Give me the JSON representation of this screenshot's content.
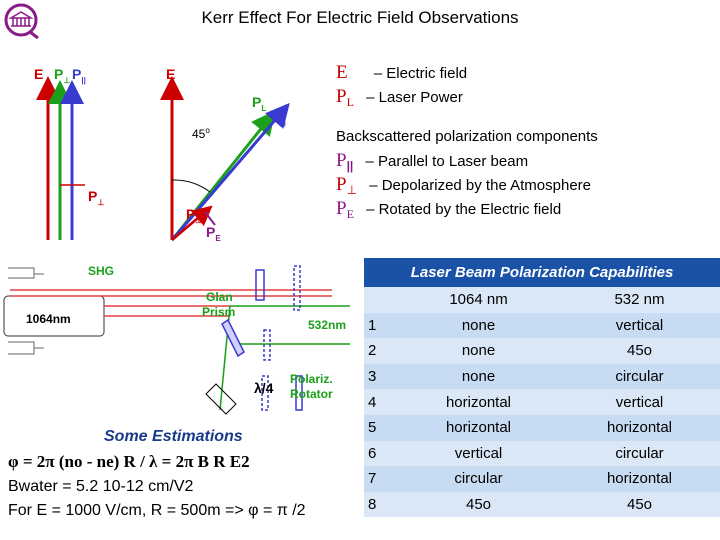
{
  "title": "Kerr Effect For Electric Field Observations",
  "diagram_labels": {
    "left": {
      "E": "E",
      "P_perp": "P",
      "P_perp_sub": "⊥",
      "P_par": "P",
      "P_par_sub": "||",
      "P_bottom": "P",
      "P_bottom_sub": "⊥"
    },
    "right": {
      "E": "E",
      "PL": "P",
      "PL_sub": "L",
      "P_par": "P",
      "P_par_sub": "||",
      "angle": "45",
      "angle_unit": "o",
      "P_perp": "P",
      "P_perp_sub": "⊥",
      "PE": "P",
      "PE_sub": "E"
    }
  },
  "legend": [
    {
      "symbol": "E",
      "sub": "",
      "text": "– Electric field"
    },
    {
      "symbol": "P",
      "sub": "L",
      "text": "– Laser Power"
    }
  ],
  "backscatter": {
    "heading": "Backscattered polarization components",
    "items": [
      {
        "symbol": "P",
        "sub": "||",
        "text": "– Parallel to Laser beam"
      },
      {
        "symbol": "P",
        "sub": "⊥",
        "text": "– Depolarized by the Atmosphere"
      },
      {
        "symbol": "P",
        "sub": "E",
        "text": "– Rotated by the Electric field"
      }
    ]
  },
  "optics": {
    "shg": "SHG",
    "laser": "1064nm",
    "glan1": "Glan",
    "glan2": "Prism",
    "green": "532nm",
    "waveplate": "λ/4",
    "rot1": "Polariz.",
    "rot2": "Rotator"
  },
  "table": {
    "title": "Laser Beam Polarization Capabilities",
    "columns": [
      "1064 nm",
      "532 nm"
    ],
    "rows": [
      {
        "n": "1",
        "a": "none",
        "b": "vertical"
      },
      {
        "n": "2",
        "a": "none",
        "b": "45o"
      },
      {
        "n": "3",
        "a": "none",
        "b": "circular"
      },
      {
        "n": "4",
        "a": "horizontal",
        "b": "vertical"
      },
      {
        "n": "5",
        "a": "horizontal",
        "b": "horizontal"
      },
      {
        "n": "6",
        "a": "vertical",
        "b": "circular"
      },
      {
        "n": "7",
        "a": "circular",
        "b": "horizontal"
      },
      {
        "n": "8",
        "a": "45o",
        "b": "45o"
      }
    ]
  },
  "estimations": {
    "heading": "Some Estimations",
    "line1": "φ  = 2π (no - ne) R / λ = 2π B R E2",
    "line2": "Bwater = 5.2 10-12 cm/V2",
    "line3": "For  E = 1000 V/cm, R = 500m  => φ = π /2"
  }
}
